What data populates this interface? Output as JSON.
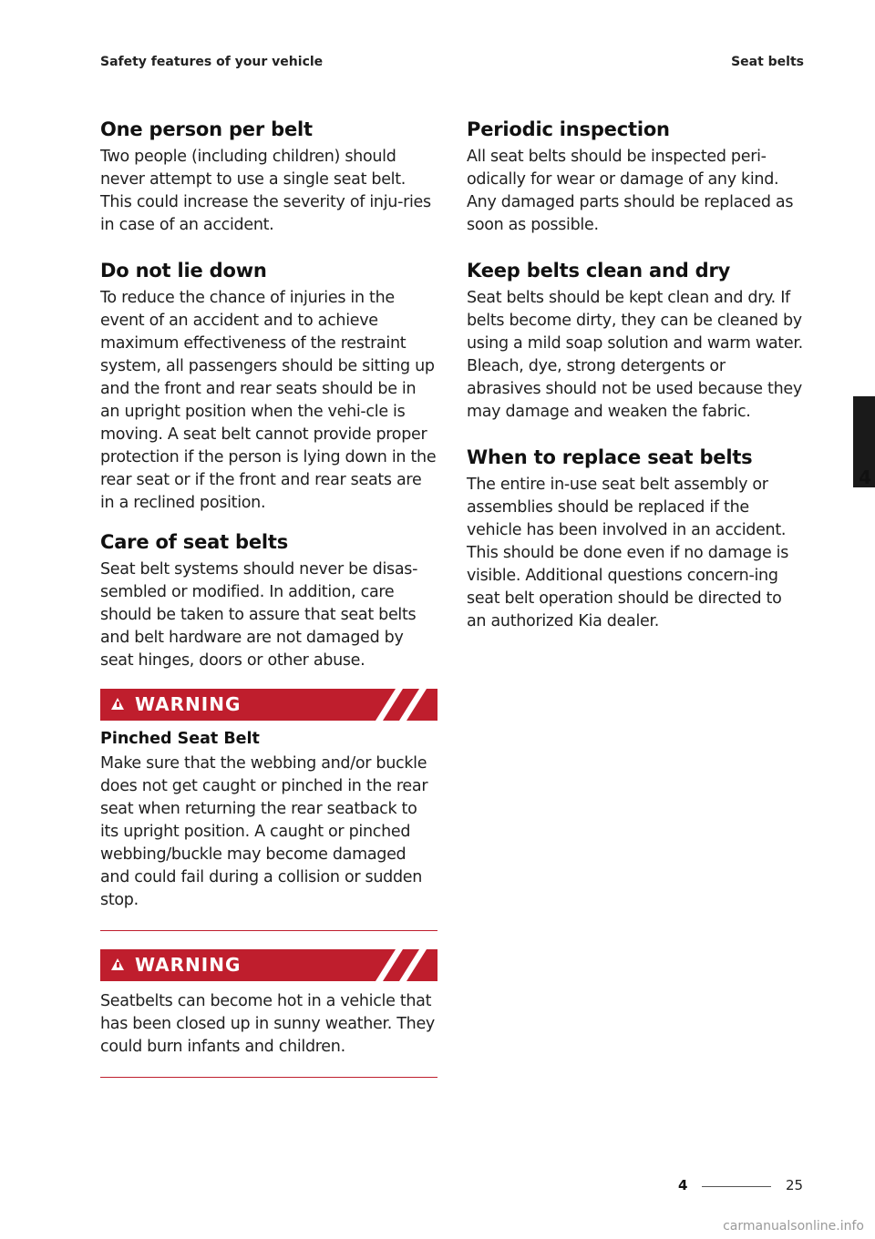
{
  "header": {
    "left": "Safety features of your vehicle",
    "right": "Seat belts"
  },
  "left_column": {
    "s1": {
      "title": "One person per belt",
      "body": "Two people (including children) should never attempt to use a single seat belt. This could increase the severity of inju-ries in case of an accident."
    },
    "s2": {
      "title": "Do not lie down",
      "body": "To reduce the chance of injuries in the event of an accident and to achieve maximum effectiveness of the restraint system, all passengers should be sitting up and the front and rear seats should be in an upright position when the vehi-cle is moving. A seat belt cannot provide proper protection if the person is lying down in the rear seat or if the front and rear seats are in a reclined position."
    },
    "s3": {
      "title": "Care of seat belts",
      "body": "Seat belt systems should never be disas-sembled or modified. In addition, care should be taken to assure that seat belts and belt hardware are not damaged by seat hinges, doors or other abuse."
    },
    "warning1": {
      "label": "WARNING",
      "subtitle": "Pinched Seat Belt",
      "body": "Make sure that the webbing and/or buckle does not get caught or pinched in the rear seat when returning the rear seatback to its upright position. A caught or pinched webbing/buckle may become damaged and could fail during a collision or sudden stop."
    },
    "warning2": {
      "label": "WARNING",
      "body": "Seatbelts can become hot in a vehicle that has been closed up in sunny weather. They could burn infants and children."
    }
  },
  "right_column": {
    "s1": {
      "title": "Periodic inspection",
      "body": "All seat belts should be inspected peri-odically for wear or damage of any kind. Any damaged parts should be replaced as soon as possible."
    },
    "s2": {
      "title": "Keep belts clean and dry",
      "body": "Seat belts should be kept clean and dry. If belts become dirty, they can be cleaned by using a mild soap solution and warm water. Bleach, dye, strong detergents or abrasives should not be used because they may damage and weaken the fabric."
    },
    "s3": {
      "title": "When to replace seat belts",
      "body": "The entire in-use seat belt assembly or assemblies should be replaced if the vehicle has been involved in an accident. This should be done even if no damage is visible. Additional questions concern-ing seat belt operation should be directed to an authorized Kia dealer."
    }
  },
  "side_tab": {
    "chapter": "4"
  },
  "footer": {
    "chapter": "4",
    "page": "25"
  },
  "watermark": "carmanualsonline.info",
  "colors": {
    "warning_red": "#bf1e2d",
    "tab_black": "#1a1a1a"
  },
  "icons": {
    "warning": "warning-triangle-icon",
    "slashes": "double-slash-decoration-icon"
  }
}
